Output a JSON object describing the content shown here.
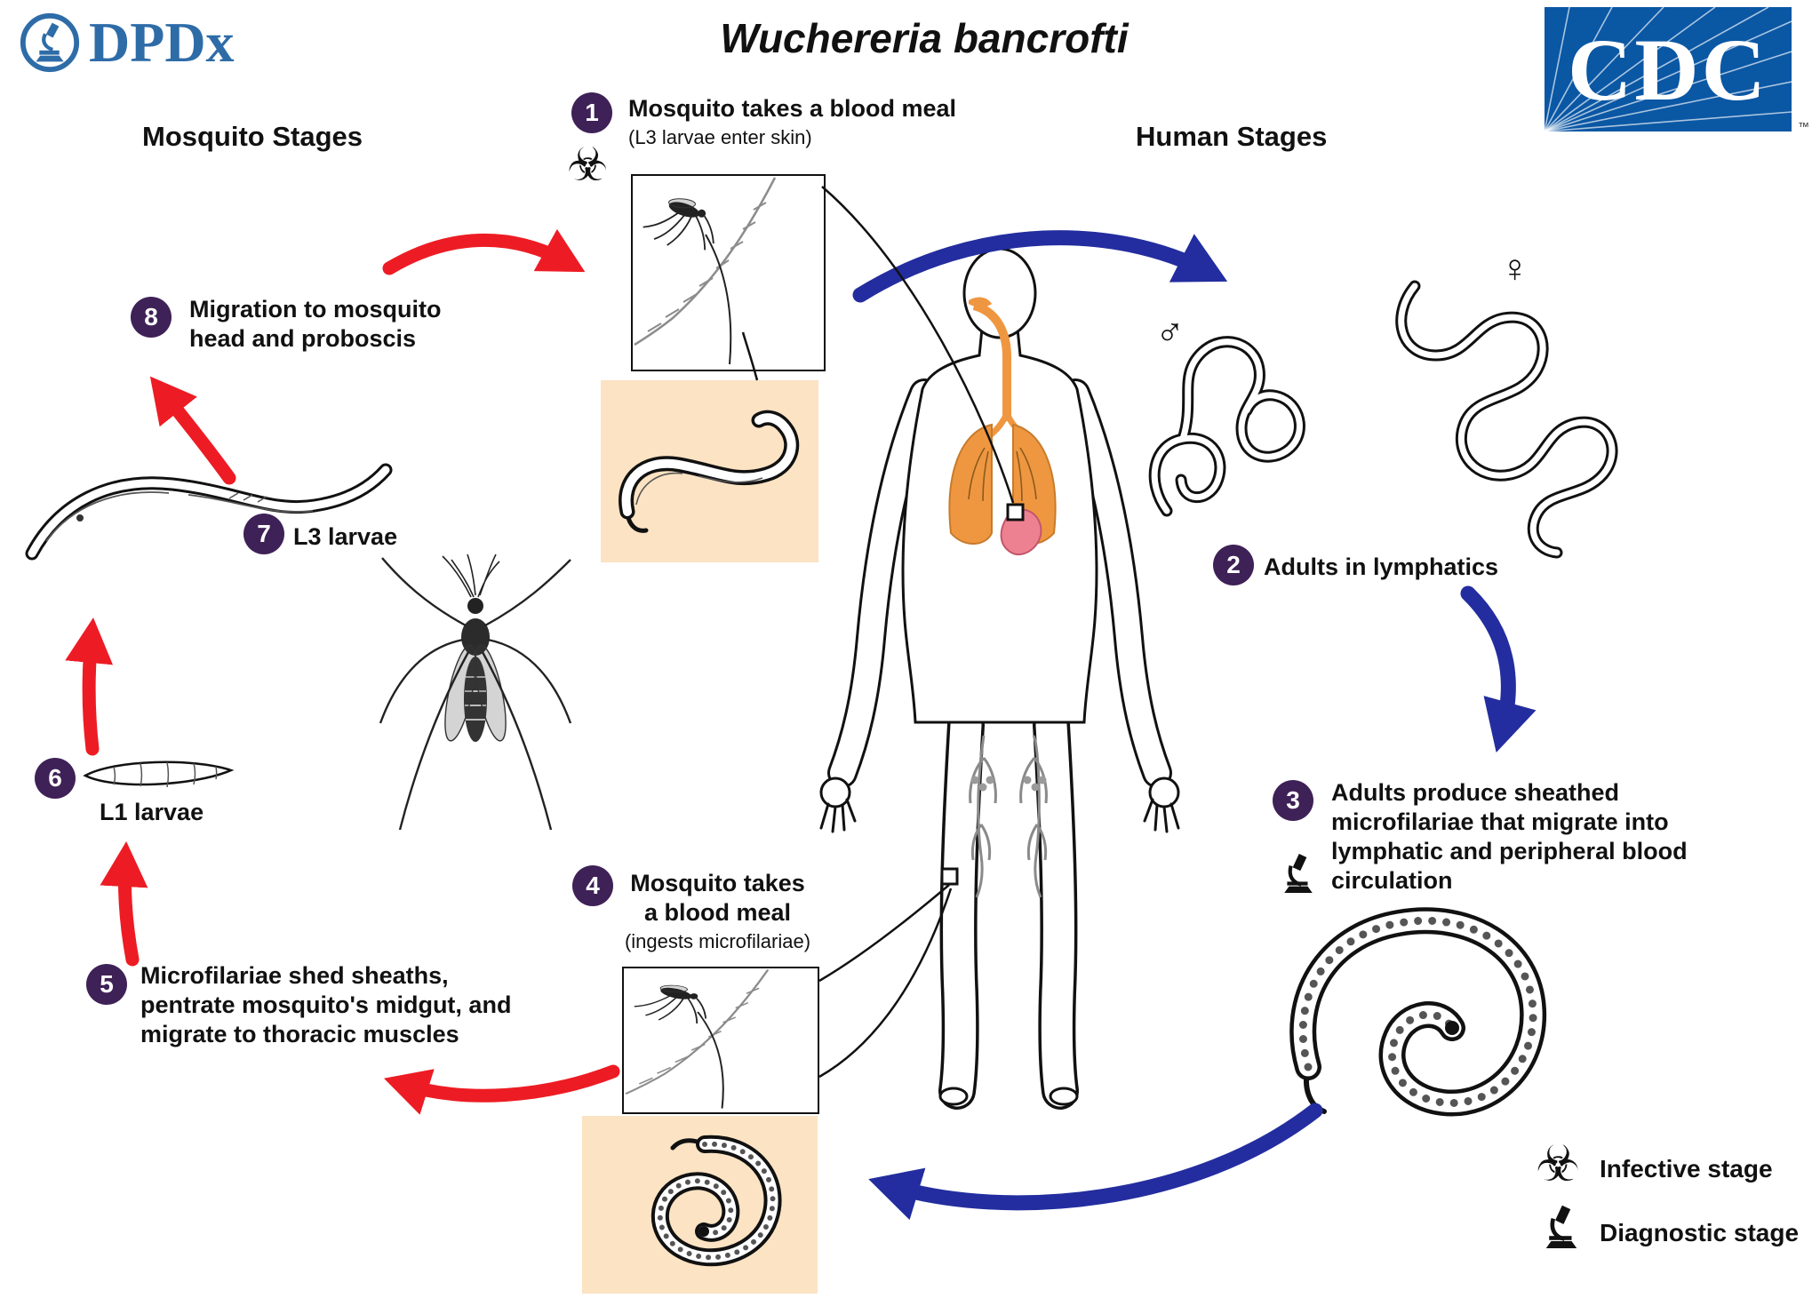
{
  "page": {
    "title": "Wuchereria bancrofti"
  },
  "logos": {
    "dpdx": "DPDx",
    "cdc": "CDC",
    "cdc_tm": "™"
  },
  "sections": {
    "mosquito": "Mosquito Stages",
    "human": "Human Stages"
  },
  "steps": {
    "s1": {
      "num": "1",
      "line1": "Mosquito takes a blood meal",
      "line2": "(L3 larvae enter skin)"
    },
    "s2": {
      "num": "2",
      "label": "Adults in lymphatics"
    },
    "s3": {
      "num": "3",
      "label": "Adults produce sheathed microfilariae that migrate into lymphatic and peripheral blood circulation"
    },
    "s4": {
      "num": "4",
      "line1": "Mosquito takes a blood meal",
      "line2": "(ingests microfilariae)"
    },
    "s5": {
      "num": "5",
      "label": "Microfilariae shed sheaths, pentrate mosquito's midgut, and migrate to thoracic muscles"
    },
    "s6": {
      "num": "6",
      "label": "L1 larvae"
    },
    "s7": {
      "num": "7",
      "label": "L3 larvae"
    },
    "s8": {
      "num": "8",
      "label": "Migration to mosquito head and proboscis"
    }
  },
  "legend": {
    "infective": "Infective stage",
    "diagnostic": "Diagnostic stage"
  },
  "symbols": {
    "male": "♂",
    "female": "♀",
    "biohazard": "☣"
  },
  "colors": {
    "step_circle": "#3e2156",
    "red_arrow": "#ed1c24",
    "blue_arrow": "#232d9f",
    "peach_box": "#fbe3c3",
    "cdc_blue": "#0a57a4",
    "dpdx_blue": "#2e6ca8",
    "lung_orange": "#ef9740",
    "heart_pink": "#ee8191"
  }
}
